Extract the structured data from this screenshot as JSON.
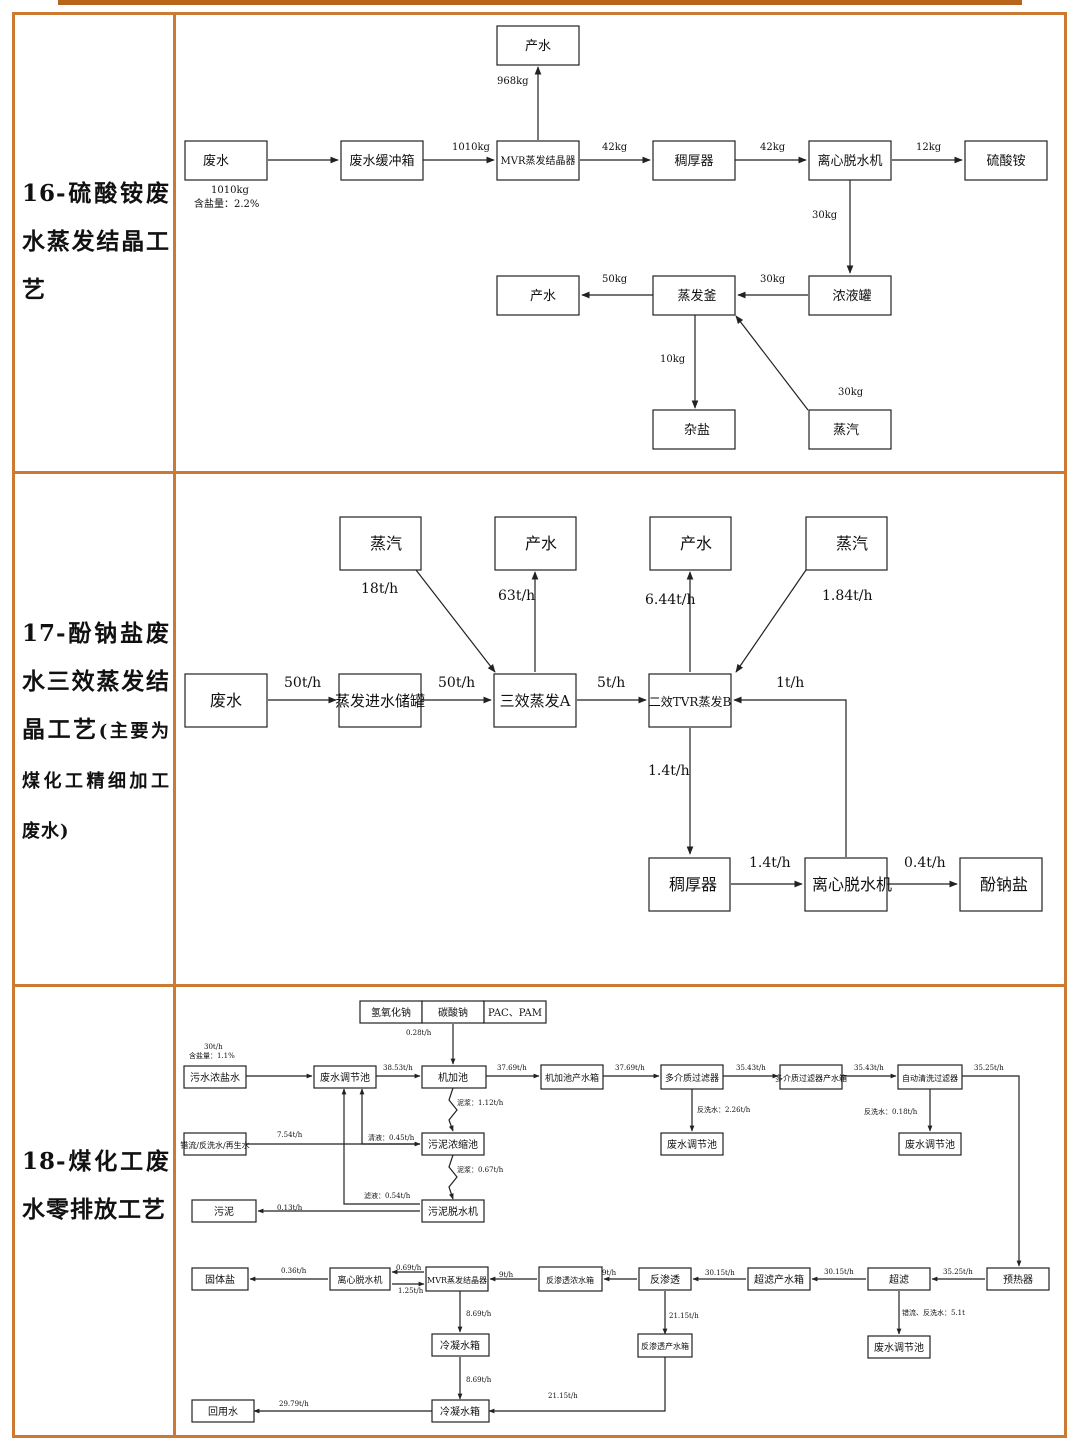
{
  "colors": {
    "frame": "#cc7a33",
    "topbar": "#b8651b",
    "line": "#222222"
  },
  "rows": [
    {
      "title": "16-硫酸铵废水蒸发结晶工艺",
      "title_note": ""
    },
    {
      "title": "17-酚钠盐废水三效蒸发结晶工艺",
      "title_note": "(主要为煤化工精细加工废水)"
    },
    {
      "title": "18-煤化工废水零排放工艺",
      "title_note": ""
    }
  ],
  "d16": {
    "nodes": {
      "water_out_top": "产水",
      "wastewater": "废水",
      "buffer_tank": "废水缓冲箱",
      "mvr": "MVR蒸发结晶器",
      "thickener": "稠厚器",
      "centrifuge": "离心脱水机",
      "ammonium_sulfate": "硫酸铵",
      "water_out_left": "产水",
      "evap_kettle": "蒸发釜",
      "conc_tank": "浓液罐",
      "mixed_salt": "杂盐",
      "steam": "蒸汽"
    },
    "labels": {
      "mvr_to_water": "968kg",
      "ww_amount": "1010kg",
      "ww_salt": "含盐量：2.2%",
      "buffer_to_mvr": "1010kg",
      "mvr_to_thickener": "42kg",
      "thickener_to_centrifuge": "42kg",
      "centrifuge_to_product": "12kg",
      "centrifuge_to_conc": "30kg",
      "conc_to_kettle": "30kg",
      "kettle_to_water": "50kg",
      "kettle_to_salt": "10kg",
      "steam_to_kettle": "30kg"
    }
  },
  "d17": {
    "nodes": {
      "steam_left": "蒸汽",
      "water_a": "产水",
      "water_b": "产水",
      "steam_right": "蒸汽",
      "wastewater": "废水",
      "storage": "蒸发进水储罐",
      "evap_a": "三效蒸发A",
      "evap_b": "二效TVR蒸发B",
      "thickener": "稠厚器",
      "centrifuge": "离心脱水机",
      "phenol_salt": "酚钠盐"
    },
    "labels": {
      "steam_left_flow": "18t/h",
      "water_a_flow": "63t/h",
      "water_b_flow": "6.44t/h",
      "steam_right_flow": "1.84t/h",
      "ww_flow": "50t/h",
      "storage_flow": "50t/h",
      "a_to_b": "5t/h",
      "return_flow": "1t/h",
      "b_to_thickener": "1.4t/h",
      "thickener_to_centrifuge": "1.4t/h",
      "centrifuge_to_salt": "0.4t/h"
    }
  },
  "d18": {
    "nodes": {
      "naoh": "氢氧化钠",
      "na2co3": "碳酸钠",
      "pac_pam": "PAC、PAM",
      "brine": "污水浓盐水",
      "reg_tank": "废水调节池",
      "mech_tank": "机加池",
      "mech_out_tank": "机加池产水箱",
      "mm_filter": "多介质过滤器",
      "mm_out_tank": "多介质过滤器产水箱",
      "auto_filter": "自动清洗过滤器",
      "bw_water": "错流/反洗水/再生水",
      "sludge_tank": "污泥浓缩池",
      "ww_reg_1": "废水调节池",
      "ww_reg_2": "废水调节池",
      "sludge": "污泥",
      "sludge_dewater": "污泥脱水机",
      "solid_salt": "固体盐",
      "centrifuge": "离心脱水机",
      "mvr": "MVR蒸发结晶器",
      "ro_conc_tank": "反渗透浓水箱",
      "ro": "反渗透",
      "uf_out_tank": "超滤产水箱",
      "uf": "超滤",
      "preheater": "预热器",
      "cond_tank_1": "冷凝水箱",
      "ro_out_tank": "反渗透产水箱",
      "ww_reg_3": "废水调节池",
      "reuse_water": "回用水",
      "cond_tank_2": "冷凝水箱"
    },
    "labels": {
      "chem_flow": "0.28t/h",
      "brine_flow": "30t/h",
      "brine_salt": "含盐量：1.1%",
      "reg_to_mech": "38.53t/h",
      "mech_to_out": "37.69t/h",
      "mech_out_to_mm": "37.69t/h",
      "mm_to_tank": "35.43t/h",
      "tank_to_auto": "35.43t/h",
      "auto_out": "35.25t/h",
      "mech_sludge": "泥浆：1.12t/h",
      "mm_backwash": "反洗水：2.26t/h",
      "auto_backwash": "反洗水：0.18t/h",
      "bw_flow": "7.54t/h",
      "supernatant": "清液：0.45t/h",
      "thick_sludge": "泥浆：0.67t/h",
      "filtrate": "滤液：0.54t/h",
      "sludge_out": "0.13t/h",
      "salt_out": "0.36t/h",
      "mvr_to_centrifuge": "0.69t/h",
      "centrifuge_return": "1.25t/h",
      "ro_conc_to_mvr": "9t/h",
      "ro_to_conc": "9t/h",
      "uf_tank_to_ro": "30.15t/h",
      "uf_to_tank": "30.15t/h",
      "preheater_to_uf": "35.25t/h",
      "uf_backwash": "错流、反洗水：5.1t",
      "mvr_cond": "8.69t/h",
      "ro_permeate": "21.15t/h",
      "cond_to_cond": "8.69t/h",
      "ro_tank_to_cond": "21.15t/h",
      "reuse_flow": "29.79t/h"
    }
  }
}
